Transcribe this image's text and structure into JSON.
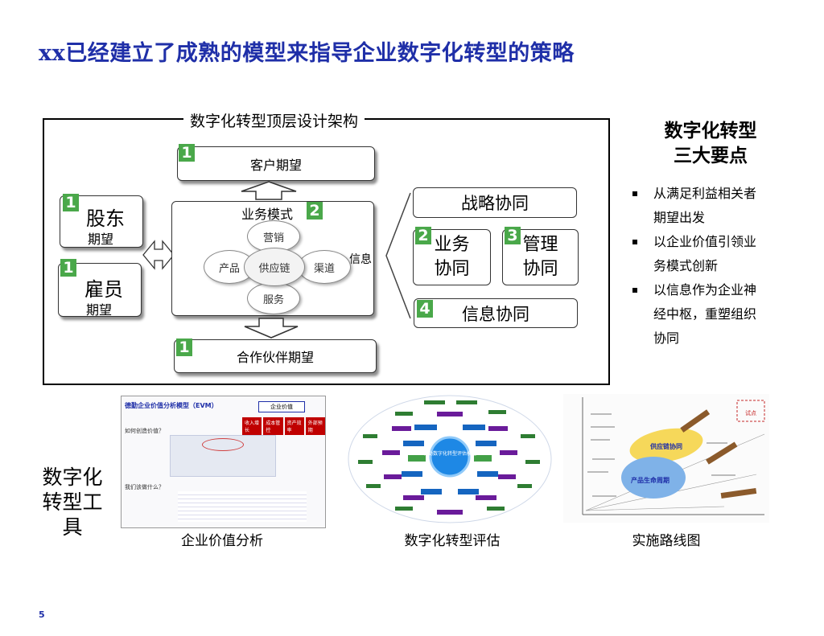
{
  "title": "xx已经建立了成熟的模型来指导企业数字化转型的策略",
  "framework": {
    "title": "数字化转型顶层设计架构",
    "customer": {
      "badge": "1",
      "label": "客户期望"
    },
    "shareholder": {
      "badge": "1",
      "line1": "股东",
      "line2": "期望"
    },
    "employee": {
      "badge": "1",
      "line1": "雇员",
      "line2": "期望"
    },
    "partner": {
      "badge": "1",
      "label": "合作伙伴期望"
    },
    "business_model": {
      "label": "业务模式",
      "badge": "2",
      "center": "供应链",
      "top": "营销",
      "left": "产品",
      "right": "渠道",
      "bottom": "服务"
    },
    "info_label": "信息",
    "strategy": {
      "label": "战略协同"
    },
    "business": {
      "badge": "2",
      "line1": "业务",
      "line2": "协同"
    },
    "management": {
      "badge": "3",
      "line1": "管理",
      "line2": "协同"
    },
    "information": {
      "badge": "4",
      "label": "信息协同"
    }
  },
  "keypoints": {
    "title_line1": "数字化转型",
    "title_line2": "三大要点",
    "items": [
      {
        "line1": "从满足利益相关者",
        "line2": "期望出发"
      },
      {
        "line1": "以企业价值引领业",
        "line2": "务模式创新"
      },
      {
        "line1": "以信息作为企业神",
        "line2": "经中枢，重塑组织",
        "line3": "协同"
      }
    ]
  },
  "tools": {
    "label_line1": "数字化",
    "label_line2": "转型工",
    "label_line3": "具",
    "thumbs": [
      {
        "caption": "企业价值分析",
        "heading": "德勤企业价值分析模型（EVM）",
        "box": "企业价值",
        "q1": "如何创造价值？",
        "q2": "我们该做什么？",
        "cells": [
          "收入增长",
          "成本管控",
          "资产效率",
          "外部预期"
        ]
      },
      {
        "caption": "数字化转型评估",
        "center": "德勤数字化转型评估模型"
      },
      {
        "caption": "实施路线图",
        "l1": "供应链协同",
        "l2": "产品生命周期",
        "stamp": "试点"
      }
    ]
  },
  "page_number": "5",
  "colors": {
    "title": "#1f2fa8",
    "badge": "#4aa84a"
  }
}
